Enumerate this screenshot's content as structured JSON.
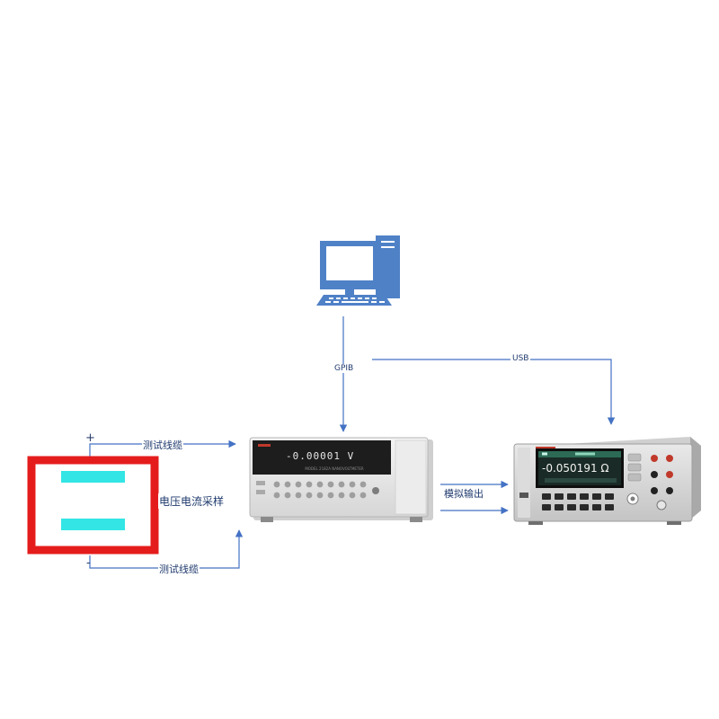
{
  "labels": {
    "gpib": "GPIB",
    "usb": "USB",
    "cable_top": "测试线缆",
    "cable_bottom": "测试线缆",
    "sample": "电压电流采样",
    "analog_output": "模拟输出",
    "plus_sign": "+",
    "minus_sign": "-"
  },
  "instruments": {
    "nanovoltmeter_display": "-0.00001 V",
    "dmm_display": "-0.050191 Ω"
  },
  "icons": {
    "computer": "computer-icon",
    "nanovoltmeter": "nanovoltmeter-icon",
    "dmm": "digital-multimeter-icon",
    "sample": "sample-icon"
  },
  "colors": {
    "line": "#4472c4",
    "sample_frame": "#e51c1c",
    "sample_bar": "#33e5e5",
    "computer": "#4f81c7"
  }
}
